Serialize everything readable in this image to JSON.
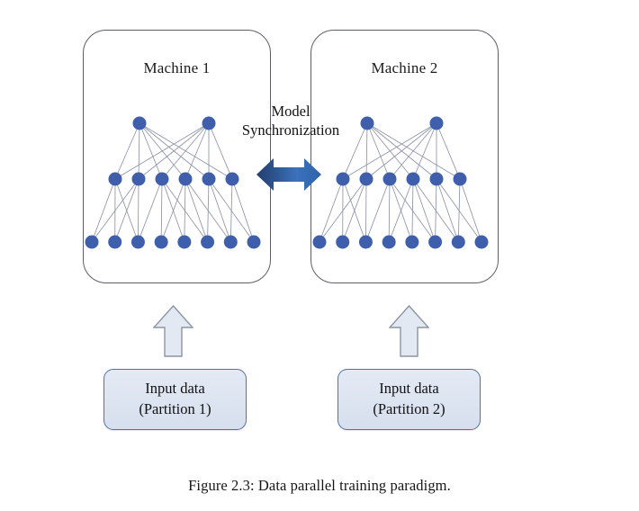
{
  "figure": {
    "caption": "Figure 2.3:  Data parallel training paradigm.",
    "background_color": "#ffffff"
  },
  "machines": [
    {
      "id": "machine-1",
      "title": "Machine 1",
      "box_border_color": "#5c5f6b"
    },
    {
      "id": "machine-2",
      "title": "Machine 2",
      "box_border_color": "#5c5f6b"
    }
  ],
  "sync": {
    "label_line_1": "Model",
    "label_line_2": "Synchronization",
    "arrow_direction": "bidirectional-horizontal",
    "arrow_color_left": "#2d4f8e",
    "arrow_color_right": "#3f7fd0"
  },
  "data_boxes": [
    {
      "id": "data-box-1",
      "line_1": "Input data",
      "line_2": "(Partition 1)",
      "fill_color": "#dde5f1",
      "border_color": "#5273a8"
    },
    {
      "id": "data-box-2",
      "line_1": "Input data",
      "line_2": "(Partition 2)",
      "fill_color": "#dde5f1",
      "border_color": "#5273a8"
    }
  ],
  "up_arrows": [
    {
      "id": "up-arrow-1",
      "fill_color": "#e3e9f2",
      "border_color": "#8c94a3"
    },
    {
      "id": "up-arrow-2",
      "fill_color": "#e3e9f2",
      "border_color": "#8c94a3"
    }
  ],
  "network": {
    "node_color": "#3f5fad",
    "edge_color": "#8d94a8",
    "layers": [
      {
        "name": "output-layer",
        "node_count": 2
      },
      {
        "name": "hidden-layer",
        "node_count": 6
      },
      {
        "name": "input-layer",
        "node_count": 8
      }
    ],
    "node_radius": 7.5
  }
}
